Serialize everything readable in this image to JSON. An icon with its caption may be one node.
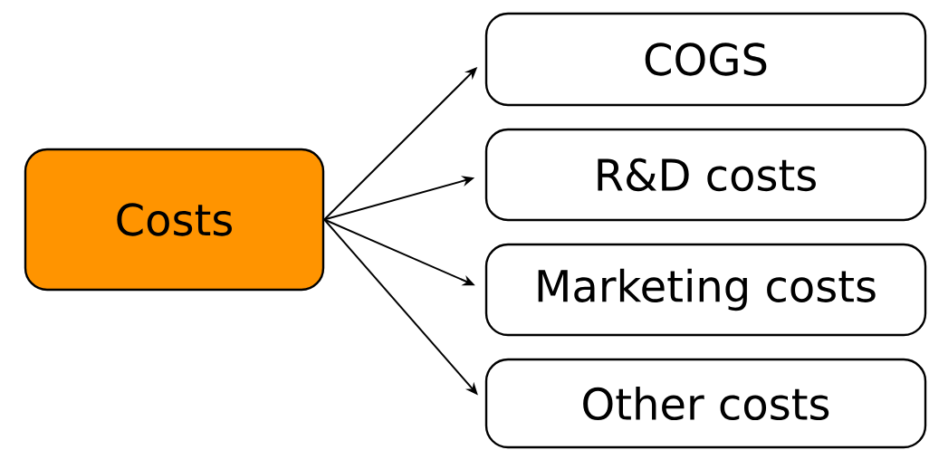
{
  "diagram": {
    "nodes": [
      {
        "text": [
          "Costs"
        ]
      },
      {
        "text": [
          "COGS"
        ]
      },
      {
        "text": [
          "R&D costs"
        ]
      },
      {
        "text": [
          "Marketing costs"
        ]
      },
      {
        "text": [
          "Other costs"
        ]
      }
    ],
    "edges": [
      {
        "from": 0,
        "to": 1,
        "arrow": "to"
      },
      {
        "from": 0,
        "to": 2,
        "arrow": "to"
      },
      {
        "from": 0,
        "to": 3,
        "arrow": "to"
      },
      {
        "from": 0,
        "to": 4,
        "arrow": "to"
      }
    ]
  }
}
